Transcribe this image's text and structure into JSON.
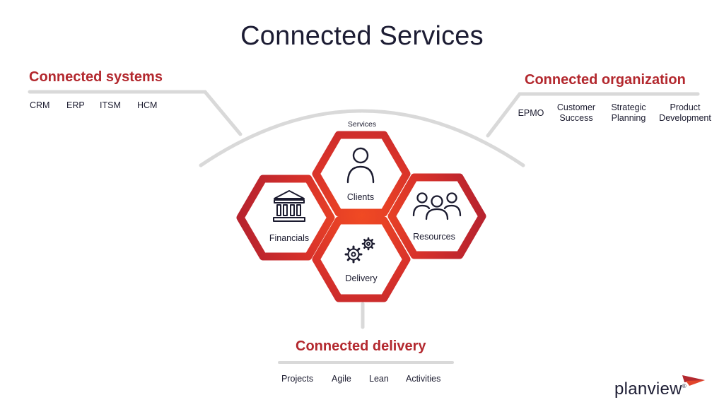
{
  "title": "Connected Services",
  "services_label": "Services",
  "systems": {
    "title": "Connected systems",
    "items": [
      "CRM",
      "ERP",
      "ITSM",
      "HCM"
    ]
  },
  "organization": {
    "title": "Connected organization",
    "items": [
      "EPMO",
      "Customer Success",
      "Strategic Planning",
      "Product Development"
    ]
  },
  "delivery": {
    "title": "Connected delivery",
    "items": [
      "Projects",
      "Agile",
      "Lean",
      "Activities"
    ]
  },
  "hexagons": {
    "clients": {
      "label": "Clients",
      "icon": "person-icon"
    },
    "financials": {
      "label": "Financials",
      "icon": "bank-icon"
    },
    "resources": {
      "label": "Resources",
      "icon": "people-group-icon"
    },
    "delivery": {
      "label": "Delivery",
      "icon": "gears-icon"
    }
  },
  "brand": {
    "name": "planview",
    "mark": "®"
  },
  "colors": {
    "accent": "#b3282e",
    "hex_outer": "#c2272d",
    "hex_center": "#f04a23",
    "connector": "#d9d9d9",
    "title": "#1c1c33"
  }
}
